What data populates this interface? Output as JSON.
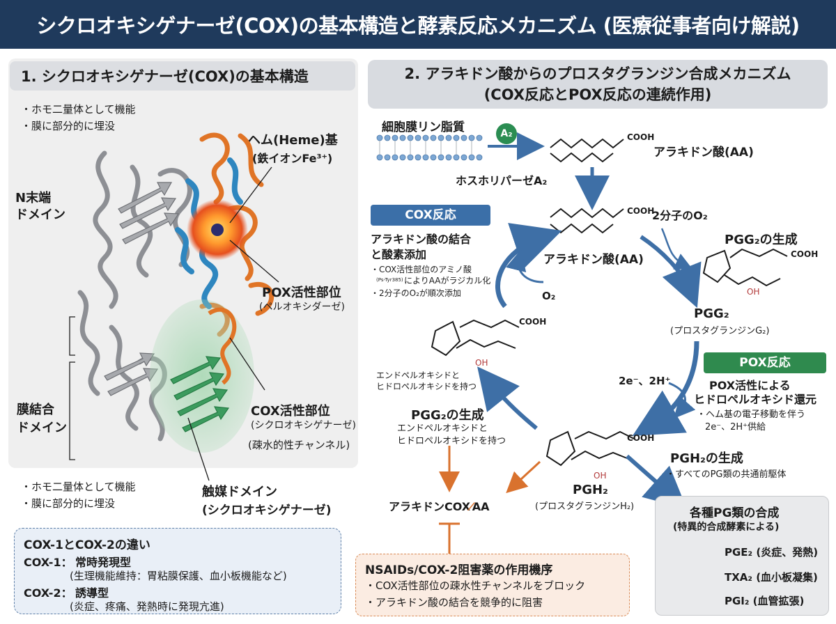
{
  "title": "シクロオキシゲナーゼ(COX)の基本構造と酵素反応メカニズム (医療従事者向け解説)",
  "section1": {
    "heading": "1. シクロオキシゲナーゼ(COX)の基本構造",
    "bullet_top_1": "・ホモ二量体として機能",
    "bullet_top_2": "・膜に部分的に埋没",
    "heme_label_1": "ヘム(Heme)基",
    "heme_label_2": "(鉄イオンFe³⁺)",
    "n_term_1": "N末端",
    "n_term_2": "ドメイン",
    "pox_site_1": "POX活性部位",
    "pox_site_2": "(ペルオキシダーゼ)",
    "membrane_1": "膜結合",
    "membrane_2": "ドメイン",
    "cox_site_1": "COX活性部位",
    "cox_site_2": "(シクロオキシゲナーゼ)",
    "channel": "(疎水的性チャンネル)",
    "catalytic_1": "触媒ドメイン",
    "catalytic_2": "(シクロオキシゲナーゼ)",
    "bullet_bottom_1": "・ホモ二量体として機能",
    "bullet_bottom_2": "・膜に部分的に埋没"
  },
  "diff_box": {
    "title": "COX-1とCOX-2の違い",
    "cox1_name": "COX-1：",
    "cox1_type": "常時発現型",
    "cox1_detail": "(生理機能維持：胃粘膜保護、血小板機能など)",
    "cox2_name": "COX-2：",
    "cox2_type": "誘導型",
    "cox2_detail": "(炎症、疼痛、発熱時に発現亢進)"
  },
  "section2": {
    "heading_1": "2. アラキドン酸からのプロスタグランジン合成メカニズム",
    "heading_2": "(COX反応とPOX反応の連続作用)"
  },
  "pathway": {
    "membrane_phospholipid": "細胞膜リン脂質",
    "enzyme_badge": "A₂",
    "enzyme_name": "ホスホリパーゼA₂",
    "aa_top_label": "アラキドン酸(AA)",
    "cooh": "COOH",
    "oxygen_2": "2分子のO₂",
    "aa_mid_label": "アラキドン酸(AA)",
    "pgg2_gen_1": "PGG₂の生成",
    "oh": "OH",
    "o2": "O₂",
    "pgg2_label": "PGG₂",
    "pgg2_sub": "(プロスタグランジンG₂)",
    "cox_tag": "COX反応",
    "cox_desc_1": "アラキドン酸の結合",
    "cox_desc_2": "と酸素添加",
    "cox_bullet_1": "・COX活性部位のアミノ酸",
    "cox_bullet_2_small": "(Ps-Tyr385)",
    "cox_bullet_2": "によりAAがラジカル化",
    "cox_bullet_3": "・2分子のO₂が順次添加",
    "endo_1": "エンドペルオキシドと",
    "endo_2": "ヒドロペルオキシドを持つ",
    "pgg2_gen_2": "PGG₂の生成",
    "endo_3": "エンドペルオキシドと",
    "endo_4": "ヒドロペルオキシドを持つ",
    "pox_tag": "POX反応",
    "pox_desc_1": "POX活性による",
    "pox_desc_2": "ヒドロペルオキシド還元",
    "pox_bullet_1": "・ヘム基の電子移動を伴う",
    "pox_bullet_2": "2e⁻、2H⁺供給",
    "electrons": "2e⁻、2H⁺",
    "pgh2_label": "PGH₂",
    "pgh2_sub": "(プロスタグランジンH₂)",
    "pgh2_gen": "PGH₂の生成",
    "pgh2_bullet": "・すべてのPG類の共通前駆体",
    "complex_label_1": "アラキドンCOX",
    "complex_label_2": "AA"
  },
  "nsaid_box": {
    "title": "NSAIDs/COX-2阻害薬の作用機序",
    "bullet_1": "・COX活性部位の疎水性チャンネルをブロック",
    "bullet_2": "・アラキドン酸の結合を競争的に阻害"
  },
  "pg_box": {
    "title": "各種PG類の合成",
    "subtitle": "(特異的合成酵素による)",
    "pge2": "PGE₂ (炎症、発熱)",
    "txa2": "TXA₂ (血小板凝集)",
    "pgi2": "PGI₂ (血管拡張)"
  },
  "colors": {
    "title_bg": "#1f3a5c",
    "cox_blue": "#3b6fa8",
    "pox_green": "#2f8a4e",
    "inhibit_orange": "#d9722e"
  }
}
